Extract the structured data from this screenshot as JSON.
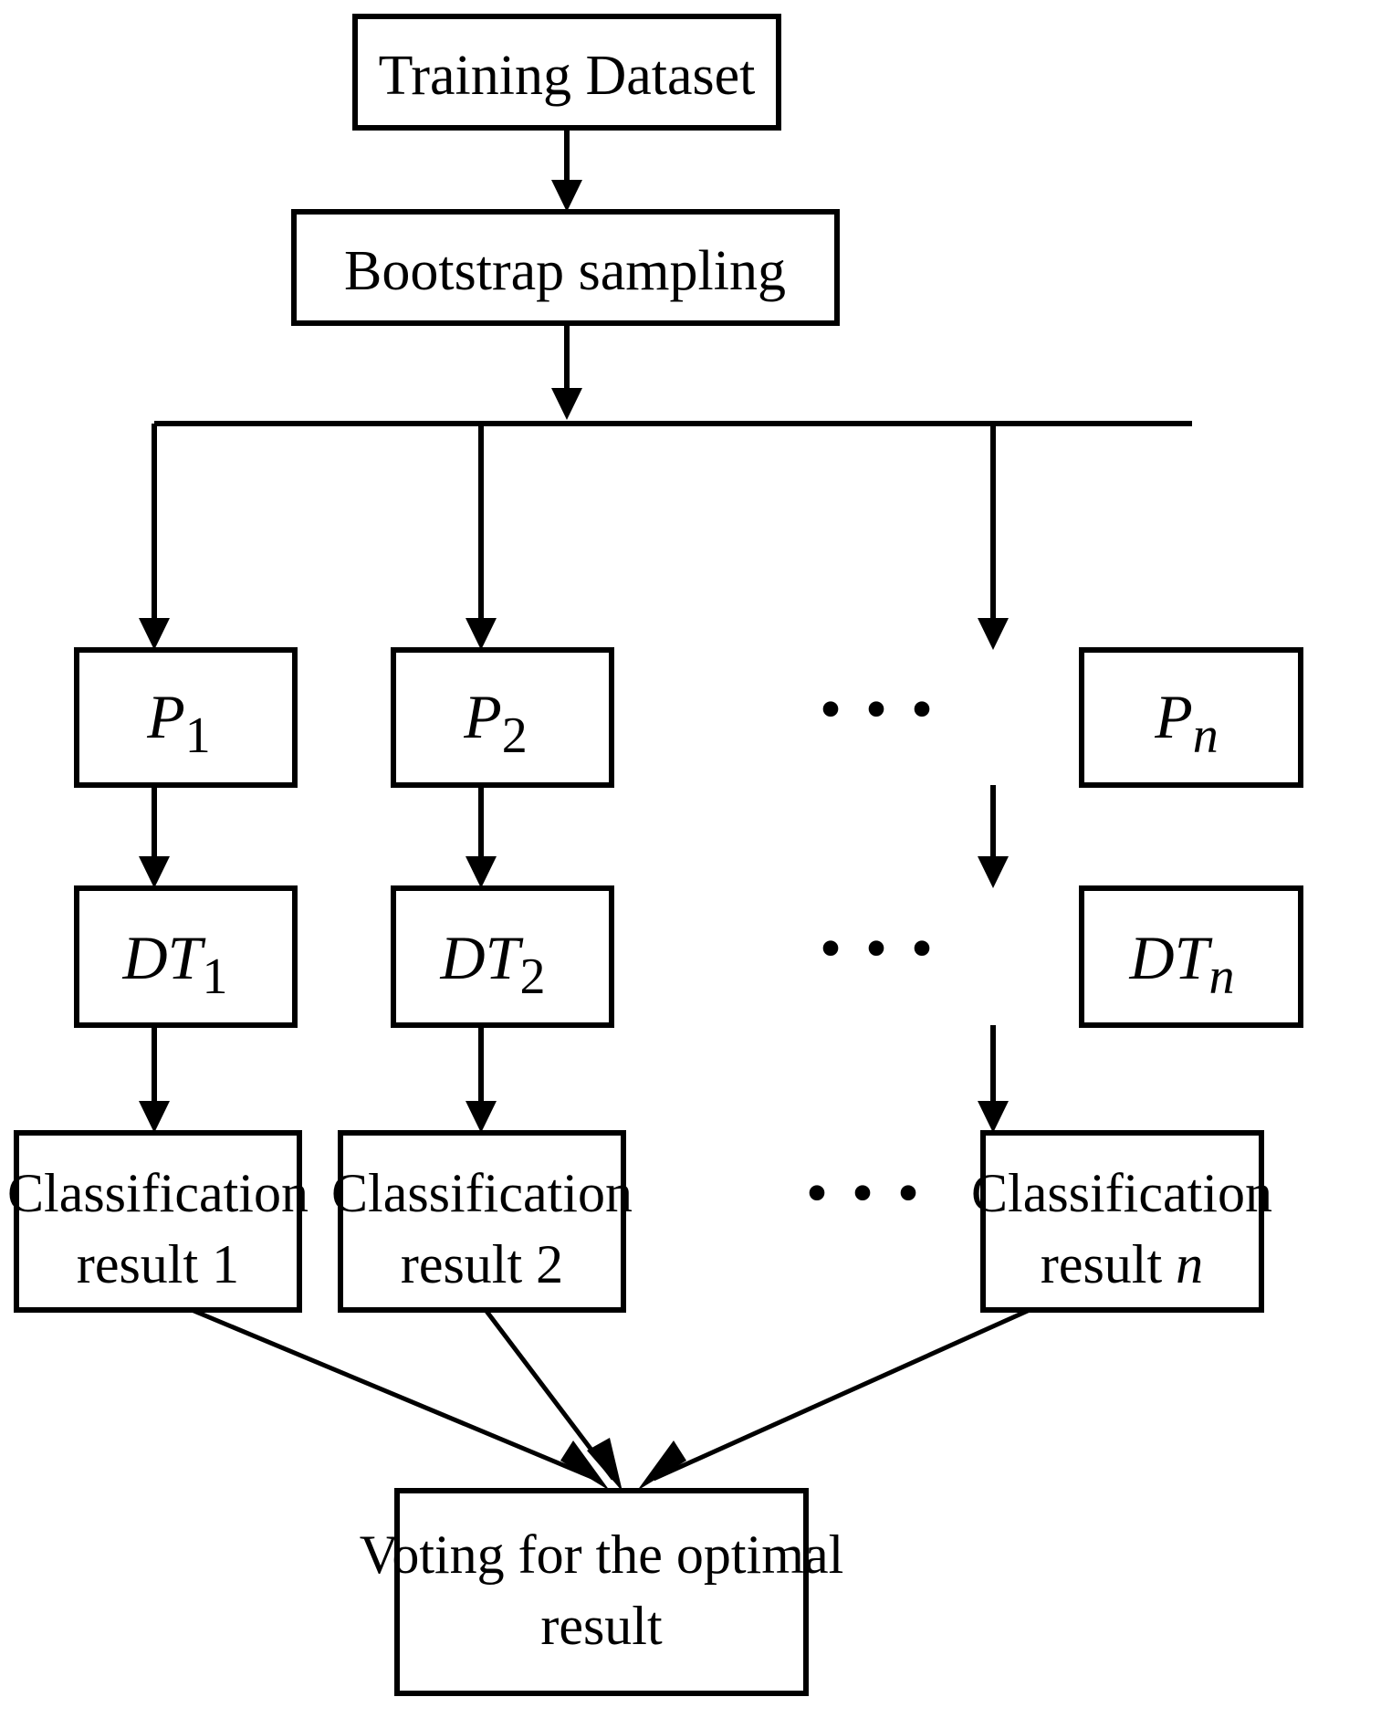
{
  "diagram": {
    "title": "Random forest classification flowchart",
    "background_color": "#ffffff",
    "stroke_color": "#000000",
    "nodes": {
      "training_dataset": {
        "label": "Training Dataset"
      },
      "bootstrap_sampling": {
        "label": "Bootstrap sampling"
      },
      "p1": {
        "base": "P",
        "sub": "1"
      },
      "p2": {
        "base": "P",
        "sub": "2"
      },
      "pn": {
        "base": "P",
        "sub": "n"
      },
      "dt1": {
        "base": "DT",
        "sub": "1"
      },
      "dt2": {
        "base": "DT",
        "sub": "2"
      },
      "dtn": {
        "base": "DT",
        "sub": "n"
      },
      "result1": {
        "line1": "Classification",
        "line2": "result 1"
      },
      "result2": {
        "line1": "Classification",
        "line2": "result 2"
      },
      "resultn": {
        "line1": "Classification",
        "line2_prefix": "result ",
        "line2_italic": "n"
      },
      "voting": {
        "line1": "Voting for the optimal",
        "line2": "result"
      }
    },
    "ellipses": {
      "row_p": "• • •",
      "row_dt": "• • •",
      "row_result": "• • •"
    },
    "edges": [
      {
        "name": "training-to-bootstrap",
        "from": "training_dataset",
        "to": "bootstrap_sampling",
        "style": "arrow-down"
      },
      {
        "name": "bootstrap-to-branch-bus",
        "from": "bootstrap_sampling",
        "to": "branch-bus",
        "style": "arrow-down"
      },
      {
        "name": "bus-to-p1",
        "from": "branch-bus",
        "to": "p1",
        "style": "arrow-down"
      },
      {
        "name": "bus-to-p2",
        "from": "branch-bus",
        "to": "p2",
        "style": "arrow-down"
      },
      {
        "name": "bus-to-pn",
        "from": "branch-bus",
        "to": "pn",
        "style": "arrow-down"
      },
      {
        "name": "p1-to-dt1",
        "from": "p1",
        "to": "dt1",
        "style": "arrow-down"
      },
      {
        "name": "p2-to-dt2",
        "from": "p2",
        "to": "dt2",
        "style": "arrow-down"
      },
      {
        "name": "pn-to-dtn",
        "from": "pn",
        "to": "dtn",
        "style": "arrow-down"
      },
      {
        "name": "dt1-to-result1",
        "from": "dt1",
        "to": "result1",
        "style": "arrow-down"
      },
      {
        "name": "dt2-to-result2",
        "from": "dt2",
        "to": "result2",
        "style": "arrow-down"
      },
      {
        "name": "dtn-to-resultn",
        "from": "dtn",
        "to": "resultn",
        "style": "arrow-down"
      },
      {
        "name": "result1-to-voting",
        "from": "result1",
        "to": "voting",
        "style": "arrow-diagonal"
      },
      {
        "name": "result2-to-voting",
        "from": "result2",
        "to": "voting",
        "style": "arrow-diagonal"
      },
      {
        "name": "resultn-to-voting",
        "from": "resultn",
        "to": "voting",
        "style": "arrow-diagonal"
      }
    ]
  }
}
